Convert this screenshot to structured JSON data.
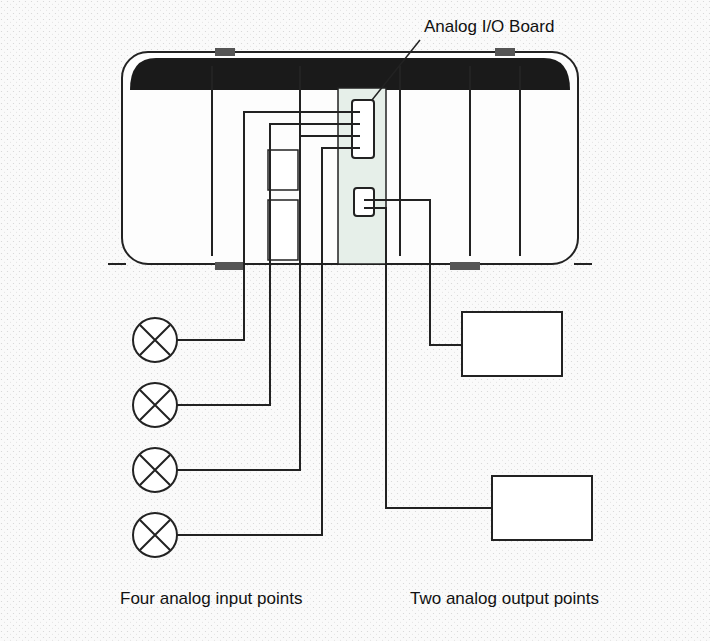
{
  "diagram": {
    "labels": [
      "Analog I/O Board",
      "Four analog input points",
      "Two analog output points"
    ]
  }
}
